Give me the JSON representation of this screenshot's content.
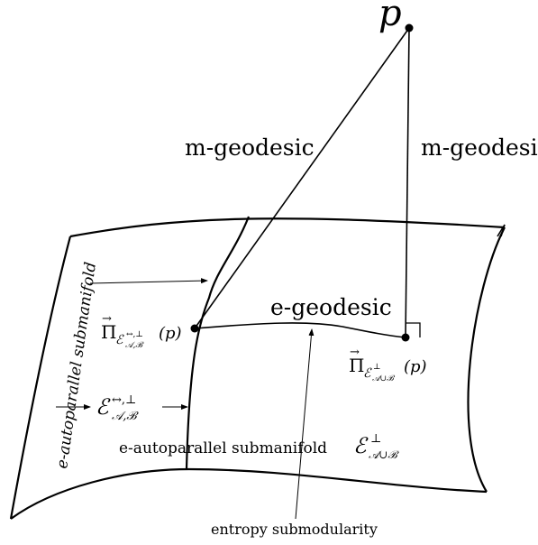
{
  "labels": {
    "point_p": "p",
    "m_geodesic_left": "m-geodesic",
    "m_geodesic_right": "m-geodesic",
    "e_geodesic": "e-geodesic",
    "e_autoparallel_vertical": "e-autoparallel submanifold",
    "e_autoparallel_bottom": "e-autoparallel submanifold",
    "entropy_submodularity": "entropy submodularity",
    "proj_left": "Π",
    "proj_left_sub": "ℰ",
    "proj_left_sub_sup": "↔,⊥",
    "proj_left_sub_sub": "𝒜,ℬ",
    "proj_left_arg": "(p)",
    "proj_right": "Π",
    "proj_right_sub": "ℰ",
    "proj_right_sub_sup": "⊥",
    "proj_right_sub_sub": "𝒜∪ℬ",
    "proj_right_arg": "(p)",
    "set_left": "ℰ",
    "set_left_sup": "↔,⊥",
    "set_left_sub": "𝒜,ℬ",
    "set_right": "ℰ",
    "set_right_sup": "⊥",
    "set_right_sub": "𝒜∪ℬ",
    "vector_arrow": "→"
  }
}
